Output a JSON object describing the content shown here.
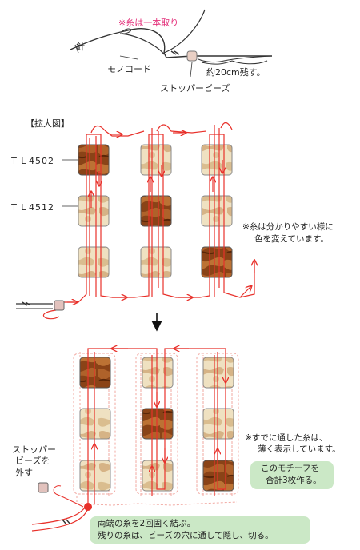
{
  "top": {
    "note": "※糸は一本取り",
    "needle_label": "針",
    "thread_label": "モノコード",
    "remain_label": "約20cm残す。",
    "stopper_label": "ストッパービーズ"
  },
  "enlarged": {
    "title": "【拡大図】",
    "row1_label": "ＴＬ4502",
    "row2_label": "ＴＬ4512",
    "color_note_line1": "※糸は分かりやすい様に",
    "color_note_line2": "色を変えています。"
  },
  "bottom": {
    "shown_note_line1": "※すでに通した糸は、",
    "shown_note_line2": "薄く表示しています。",
    "motif_note_line1": "このモチーフを",
    "motif_note_line2": "合計3枚作る。",
    "remove_line1": "ストッパー",
    "remove_line2": "ビーズを",
    "remove_line3": "外す",
    "tie_line1": "両端の糸を2回固く結ぶ。",
    "tie_line2": "残りの糸は、ビーズの穴に通して隠し、切る。"
  },
  "colors": {
    "thread": "#e8312b",
    "thread_light": "#f2a9a2",
    "pink_text": "#e4317b",
    "dark_bead": "#7a3a12",
    "light_bead": "#ead9b4",
    "green_box": "#cbe8c6"
  }
}
